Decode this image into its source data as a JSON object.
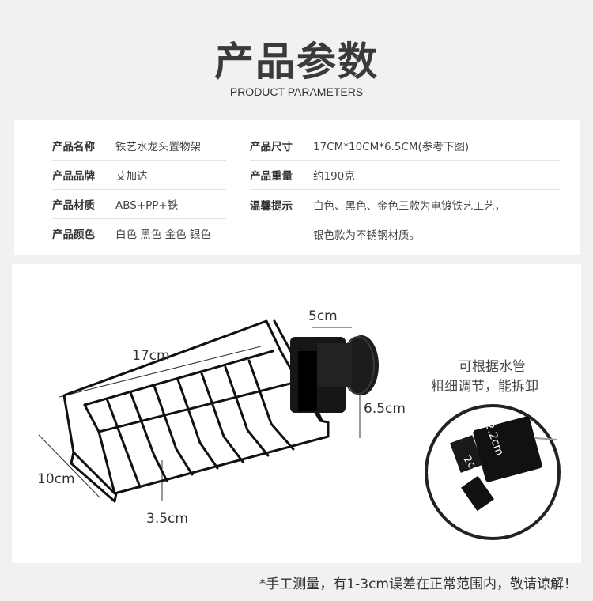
{
  "header": {
    "title": "产品参数",
    "subtitle": "PRODUCT PARAMETERS"
  },
  "params": {
    "left": [
      {
        "label": "产品名称",
        "value": "铁艺水龙头置物架"
      },
      {
        "label": "产品品牌",
        "value": "艾加达"
      },
      {
        "label": "产品材质",
        "value": "ABS+PP+铁"
      },
      {
        "label": "产品颜色",
        "value": "白色 黑色 金色 银色"
      }
    ],
    "right": [
      {
        "label": "产品尺寸",
        "value": "17CM*10CM*6.5CM(参考下图)"
      },
      {
        "label": "产品重量",
        "value": "约190克"
      },
      {
        "label": "温馨提示",
        "value": "白色、黑色、金色三款为电镀铁艺工艺，"
      },
      {
        "label": "",
        "value": "银色款为不锈钢材质。"
      }
    ]
  },
  "diagram": {
    "dimensions": {
      "length": "17cm",
      "width": "10cm",
      "height": "6.5cm",
      "clamp": "5cm",
      "depth": "3.5cm",
      "detail_outer": "2.2cm",
      "detail_inner": "2cm"
    },
    "tip_lines": [
      "可根据水管",
      "粗细调节，能拆卸"
    ]
  },
  "footnote": "*手工测量，有1-3cm误差在正常范围内，敬请谅解！",
  "colors": {
    "background": "#f1f1f1",
    "card": "#ffffff",
    "product": "#111111"
  }
}
